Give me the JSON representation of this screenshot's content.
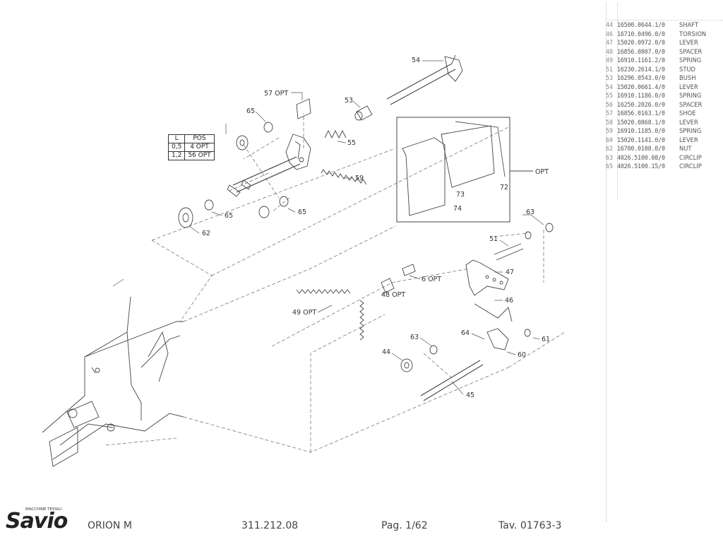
{
  "diagram": {
    "callouts": {
      "c54": "54",
      "c57": "57 OPT",
      "c53": "53",
      "c65a": "65",
      "c55": "55",
      "c59": "59",
      "c65b": "65",
      "c65c": "65",
      "c62": "62",
      "c73": "73",
      "c72": "72",
      "c74": "74",
      "copt": "OPT",
      "c63a": "63",
      "c51": "51",
      "c6": "6 OPT",
      "c47": "47",
      "c48": "48 OPT",
      "c49": "49 OPT",
      "c46": "46",
      "c63b": "63",
      "c64": "64",
      "c61": "61",
      "c60": "60",
      "c44": "44",
      "c45": "45"
    },
    "position_table": {
      "headers": [
        "L",
        "POS"
      ],
      "rows": [
        {
          "l": "0,5",
          "pos": "4 OPT"
        },
        {
          "l": "1,2",
          "pos": "56 OPT"
        }
      ]
    }
  },
  "parts_list": {
    "rows": [
      {
        "pos": "44",
        "code": "16500.0644.1/0",
        "desc": "SHAFT"
      },
      {
        "pos": "46",
        "code": "16710.0496.0/0",
        "desc": "TORSION"
      },
      {
        "pos": "47",
        "code": "15020.0972.0/0",
        "desc": "LEVER"
      },
      {
        "pos": "48",
        "code": "16856.0807.0/0",
        "desc": "SPACER"
      },
      {
        "pos": "49",
        "code": "16910.1161.2/0",
        "desc": "SPRING"
      },
      {
        "pos": "51",
        "code": "16230.2614.1/0",
        "desc": "STUD"
      },
      {
        "pos": "53",
        "code": "16296.0543.0/0",
        "desc": "BUSH"
      },
      {
        "pos": "54",
        "code": "15020.0661.4/0",
        "desc": "LEVER"
      },
      {
        "pos": "55",
        "code": "16910.1186.0/0",
        "desc": "SPRING"
      },
      {
        "pos": "56",
        "code": "16250.2026.0/0",
        "desc": "SPACER"
      },
      {
        "pos": "57",
        "code": "16856.0163.1/0",
        "desc": "SHOE"
      },
      {
        "pos": "58",
        "code": "15020.0868.1/0",
        "desc": "LEVER"
      },
      {
        "pos": "59",
        "code": "16910.1185.0/0",
        "desc": "SPRING"
      },
      {
        "pos": "60",
        "code": "15020.1141.0/0",
        "desc": "LEVER"
      },
      {
        "pos": "62",
        "code": "16700.0108.0/0",
        "desc": "NUT"
      },
      {
        "pos": "63",
        "code": "4026.5100.08/0",
        "desc": "CIRCLIP"
      },
      {
        "pos": "65",
        "code": "4026.5100.15/0",
        "desc": "CIRCLIP"
      }
    ]
  },
  "footer": {
    "brand": "Savio",
    "brand_tag": "MACCHINE TESSILI",
    "model": "ORION M",
    "code": "311.212.08",
    "page": "Pag. 1/62",
    "table": "Tav. 01763-3"
  },
  "colors": {
    "ink": "#333333",
    "paper": "#ffffff"
  }
}
